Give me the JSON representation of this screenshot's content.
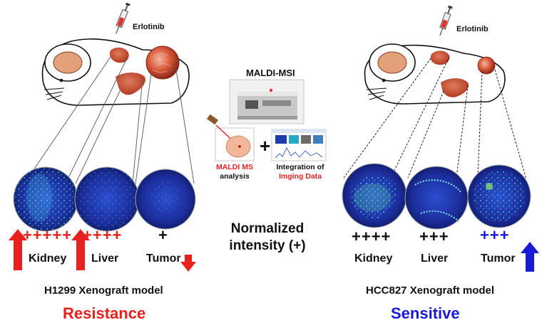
{
  "drug_label": "Erlotinib",
  "center": {
    "maldi_title": "MALDI-MSI",
    "analysis_line1": "MALDI MS",
    "analysis_line2": "analysis",
    "plus_sign": "+",
    "integration_line1": "Integration of",
    "integration_line2": "Imging Data",
    "normalized_line1": "Normalized",
    "normalized_line2": "intensity (+)"
  },
  "left_model": {
    "scores": [
      "++++++",
      "++++",
      "+"
    ],
    "organs": [
      "Kidney",
      "Liver",
      "Tumor"
    ],
    "model_name": "H1299 Xenograft model",
    "verdict": "Resistance"
  },
  "right_model": {
    "scores": [
      "++++",
      "+++",
      "+++"
    ],
    "organs": [
      "Kidney",
      "Liver",
      "Tumor"
    ],
    "model_name": "HCC827 Xenograft model",
    "verdict": "Sensitive"
  },
  "colors": {
    "red": "#e8201e",
    "blue": "#1a1ad6",
    "black": "#111111",
    "organ": "#c8523a",
    "ms_disc": "#1d2f9a"
  }
}
